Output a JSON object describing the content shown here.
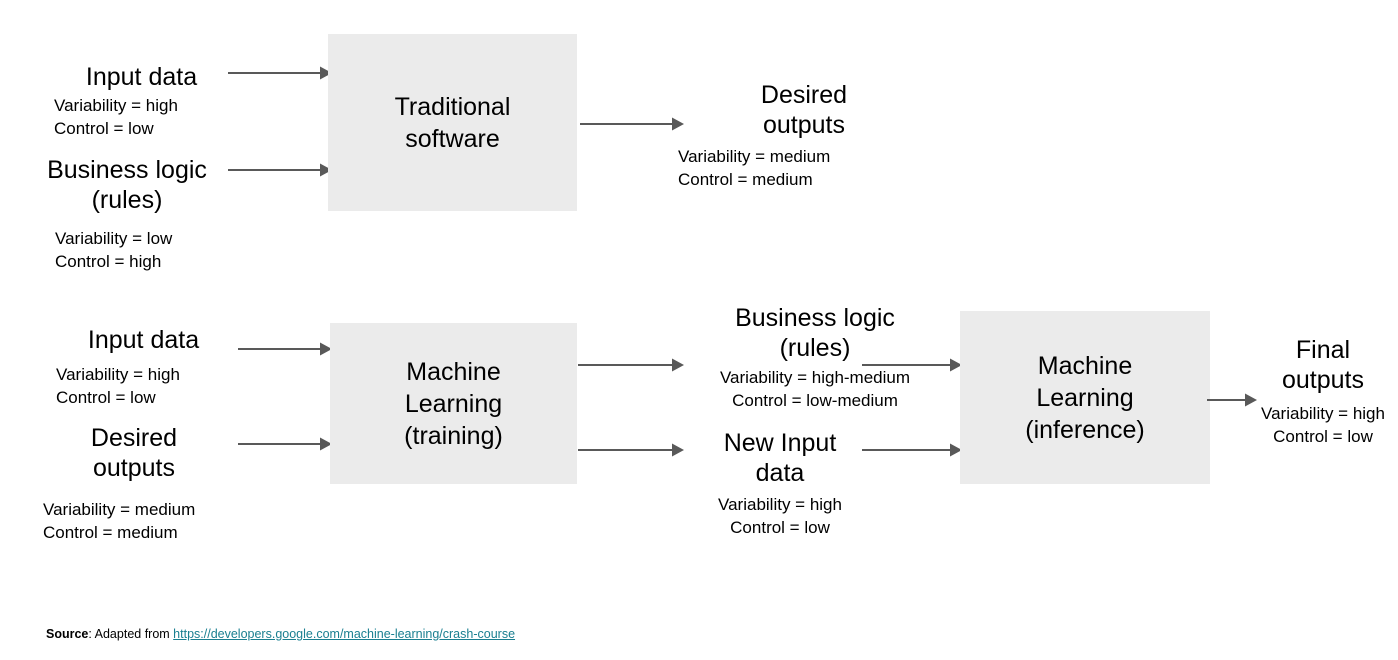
{
  "diagram": {
    "title": "Traditional software vs Machine Learning data flow",
    "box_fill": "#ebebeb",
    "arrow_color": "#595959",
    "link_color": "#1a7f90",
    "rows": [
      {
        "id": "traditional",
        "process": {
          "label": "Traditional\nsoftware"
        },
        "inputs": [
          {
            "id": "input-data-1",
            "title": "Input data",
            "attrs": "Variability = high\nControl = low"
          },
          {
            "id": "business-logic-1",
            "title": "Business logic\n(rules)",
            "attrs": "Variability = low\nControl = high"
          }
        ],
        "outputs": [
          {
            "id": "desired-outputs-1",
            "title": "Desired\noutputs",
            "attrs": "Variability = medium\nControl = medium"
          }
        ]
      },
      {
        "id": "machine-learning",
        "process_training": {
          "label": "Machine\nLearning\n(training)"
        },
        "process_inference": {
          "label": "Machine\nLearning\n(inference)"
        },
        "inputs": [
          {
            "id": "input-data-2",
            "title": "Input data",
            "attrs": "Variability = high\nControl = low"
          },
          {
            "id": "desired-outputs-2",
            "title": "Desired\noutputs",
            "attrs": "Variability = medium\nControl = medium"
          }
        ],
        "intermediates": [
          {
            "id": "business-logic-2",
            "title": "Business logic\n(rules)",
            "attrs": "Variability = high-medium\nControl = low-medium"
          },
          {
            "id": "new-input-data",
            "title": "New Input\ndata",
            "attrs": "Variability = high\nControl = low"
          }
        ],
        "outputs": [
          {
            "id": "final-outputs",
            "title": "Final\noutputs",
            "attrs": "Variability = high\nControl = low"
          }
        ]
      }
    ]
  },
  "footer": {
    "label": "Source",
    "separator": ": Adapted from ",
    "link_text": "https://developers.google.com/machine-learning/crash-course"
  }
}
